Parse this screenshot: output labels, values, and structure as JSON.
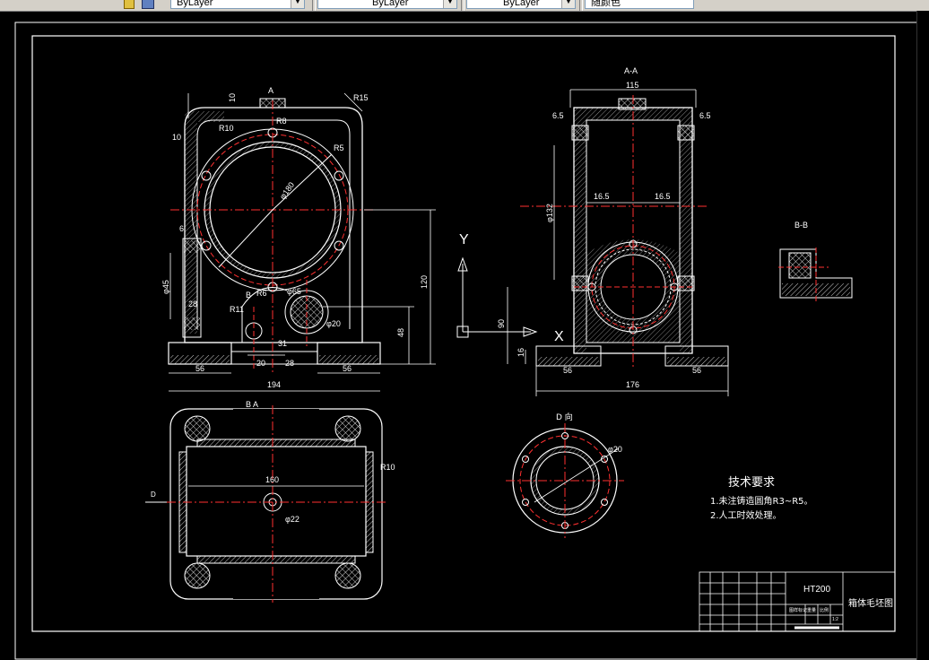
{
  "toolbar": {
    "color_control": "ByLayer",
    "linetype_control": "ByLayer",
    "lineweight_control": "ByLayer",
    "plotstyle_control": "随颜色"
  },
  "drawing": {
    "section_aa": "A-A",
    "section_bb": "B-B",
    "view_d": "D 向",
    "label_b_a": "B   A",
    "axis_y": "Y",
    "axis_x": "X",
    "dims_front": {
      "r15": "R15",
      "d10": "10",
      "d10b": "10",
      "r10": "R10",
      "r8": "R8",
      "r5": "R5",
      "phi80": "φ180",
      "d6": "6",
      "phi45": "φ45",
      "d28": "28",
      "r11": "R11",
      "r6": "R6",
      "phi65": "φ65",
      "phi20": "φ20",
      "d31": "31",
      "d20": "20",
      "d28b": "28",
      "d56": "56",
      "d56b": "56",
      "d194": "194",
      "d120": "120",
      "d48": "48",
      "a_mark": "A",
      "b_mark": "B"
    },
    "dims_side": {
      "d115": "115",
      "d6_5": "6.5",
      "d6_5b": "6.5",
      "d16_5": "16.5",
      "d16_5b": "16.5",
      "phi132": "φ132",
      "d56": "56",
      "d56b": "56",
      "d176": "176",
      "d90": "90",
      "d16": "16"
    },
    "dims_top": {
      "d160": "160",
      "r10": "R10",
      "phi22": "φ22",
      "d_mark": "D"
    },
    "dims_dview": {
      "phi20": "φ20"
    },
    "tech_title": "技术要求",
    "tech_items": [
      "1.未注铸造圆角R3~R5。",
      "2.人工时效处理。"
    ],
    "title_block": {
      "material": "HT200",
      "name": "箱体毛坯图",
      "scale_label": "图样标记",
      "weight_label": "重量",
      "scale": "比例",
      "ratio": "1:2"
    }
  }
}
